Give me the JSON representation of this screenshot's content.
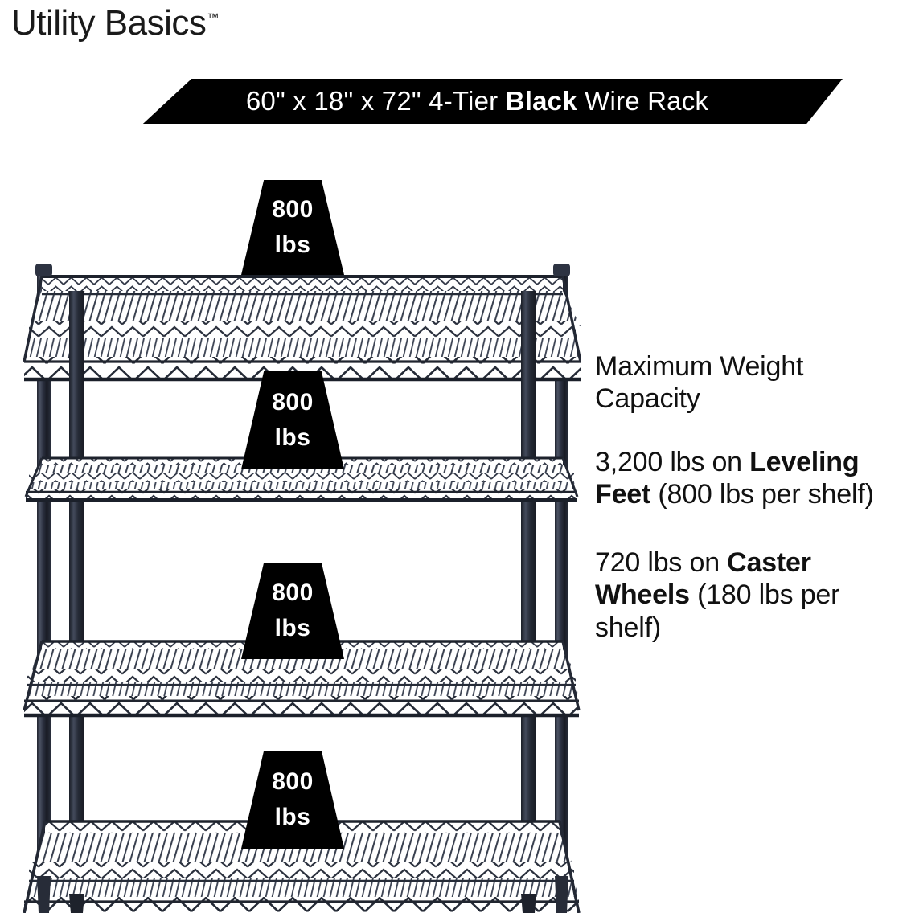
{
  "brand": {
    "name": "Utility Basics",
    "trademark": "™"
  },
  "banner": {
    "text_full": "60\" x 18\" x 72\" 4-Tier Black Wire Rack",
    "part_before": "60\" x 18\" x 72\" 4-Tier ",
    "part_bold": "Black",
    "part_after": " Wire Rack",
    "background_color": "#000000",
    "text_color": "#ffffff"
  },
  "product": {
    "dimensions": "60\" x 18\" x 72\"",
    "tiers": "4-Tier",
    "color": "Black",
    "type": "Wire Rack",
    "frame_color": "#2b3040",
    "shelf_count": 4
  },
  "badges": [
    {
      "number": "800",
      "unit": "lbs"
    },
    {
      "number": "800",
      "unit": "lbs"
    },
    {
      "number": "800",
      "unit": "lbs"
    },
    {
      "number": "800",
      "unit": "lbs"
    }
  ],
  "capacity": {
    "heading_line1": "Maximum Weight",
    "heading_line2": "Capacity",
    "leveling": {
      "lead": "3,200 lbs on ",
      "bold": "Leveling Feet",
      "tail": " (800 lbs per shelf)",
      "total_lbs": "3,200 lbs",
      "per_shelf_lbs": "800 lbs per shelf"
    },
    "caster": {
      "lead": "720 lbs on ",
      "bold": "Caster Wheels",
      "tail": " (180 lbs per shelf)",
      "total_lbs": "720 lbs",
      "per_shelf_lbs": "180 lbs per shelf"
    }
  }
}
